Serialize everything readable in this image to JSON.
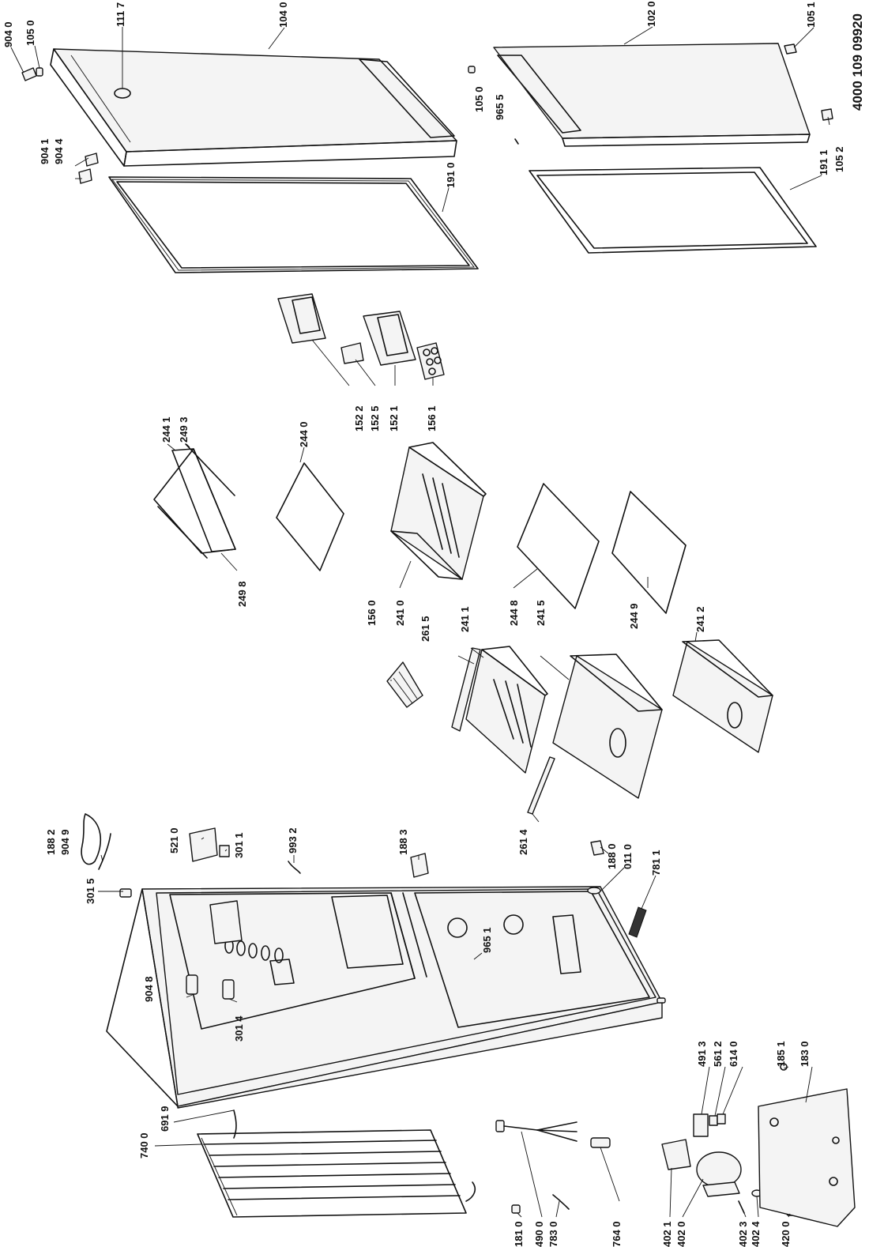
{
  "document_number": "4000 109 09920",
  "labels": {
    "p9040": "904 0",
    "p1050": "105 0",
    "p1117": "111 7",
    "p1040": "104 0",
    "p1020": "102 0",
    "p1051": "105 1",
    "p1050b": "105 0",
    "p9655": "965 5",
    "p1911": "191 1",
    "p1052": "105 2",
    "p9041": "904 1",
    "p9044": "904 4",
    "p1910": "191 0",
    "p1522": "152 2",
    "p1525": "152 5",
    "p1521": "152 1",
    "p1561": "156 1",
    "p2441": "244 1",
    "p2493": "249 3",
    "p2440": "244 0",
    "p2498": "249 8",
    "p1560": "156 0",
    "p2410": "241 0",
    "p2615": "261 5",
    "p2411": "241 1",
    "p2448": "244 8",
    "p2415": "241 5",
    "p2449": "244 9",
    "p2412": "241 2",
    "p1882": "188 2",
    "p9049": "904 9",
    "p5210": "521 0",
    "p3011": "301 1",
    "p9932": "993 2",
    "p1883": "188 3",
    "p2614": "261 4",
    "p1880": "188 0",
    "p0110": "011 0",
    "p7811": "781 1",
    "p3015": "301 5",
    "p9651": "965 1",
    "p9048": "904 8",
    "p3014": "301 4",
    "p6919": "691 9",
    "p7400": "740 0",
    "p4913": "491 3",
    "p5612": "561 2",
    "p6140": "614 0",
    "p1851": "185 1",
    "p1830": "183 0",
    "p1810": "181 0",
    "p4900": "490 0",
    "p7830": "783 0",
    "p7640": "764 0",
    "p4021": "402 1",
    "p4020": "402 0",
    "p4023": "402 3",
    "p4024": "402 4",
    "p4200": "420 0"
  }
}
